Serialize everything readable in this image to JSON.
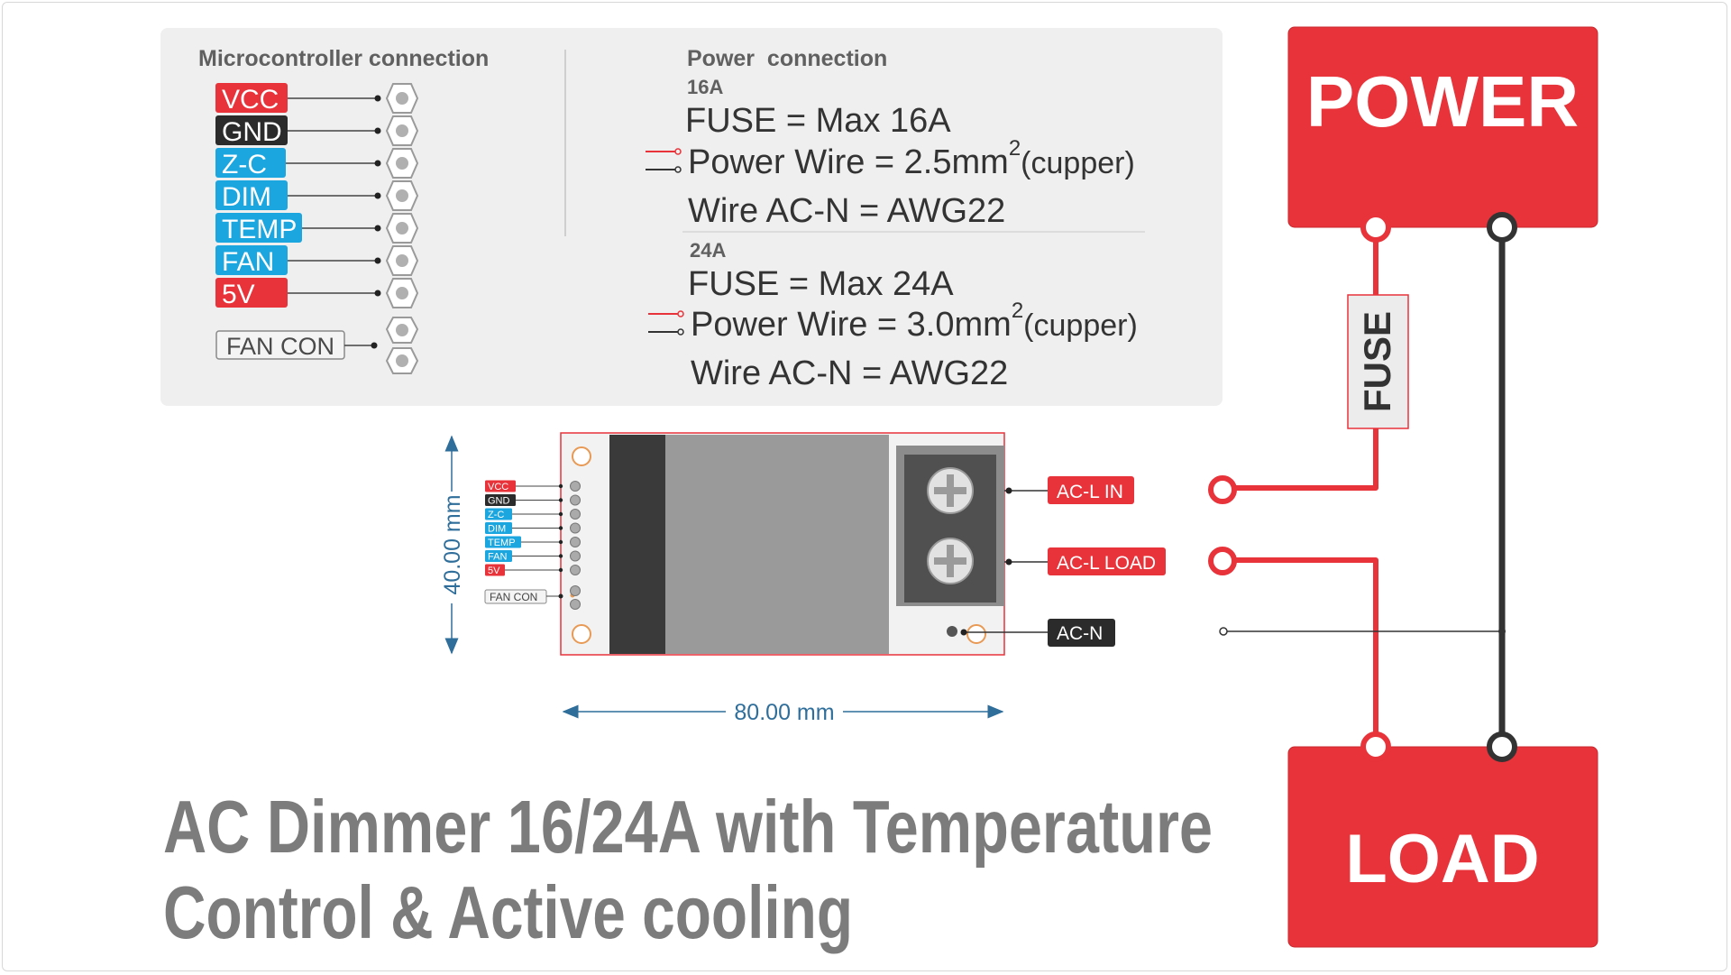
{
  "colors": {
    "red": "#e8333a",
    "dark": "#2b2b2b",
    "blue": "#1ba6e0",
    "panel": "#efefef",
    "gray_text": "#7c7c7c",
    "label_text": "#4a4a4a",
    "dimension": "#2f6e9a",
    "fuse_box": "#ececec"
  },
  "micro": {
    "title": "Microcontroller connection",
    "pins": [
      "VCC",
      "GND",
      "Z-C",
      "DIM",
      "TEMP",
      "FAN",
      "5V"
    ],
    "pin_colors": [
      "red",
      "dark",
      "blue",
      "blue",
      "blue",
      "blue",
      "red"
    ],
    "fan_con": "FAN CON"
  },
  "power_connection": {
    "title": "Power  connection",
    "sections": [
      {
        "rating": "16A",
        "fuse": "FUSE = Max 16A",
        "wire": "Power Wire = 2.5mm",
        "sup": "2",
        "material": "(cupper)",
        "acn": "Wire AC-N = AWG22"
      },
      {
        "rating": "24A",
        "fuse": "FUSE = Max 24A",
        "wire": "Power Wire = 3.0mm",
        "sup": "2",
        "material": "(cupper)",
        "acn": "Wire AC-N = AWG22"
      }
    ]
  },
  "board": {
    "pins": [
      "VCC",
      "GND",
      "Z-C",
      "DIM",
      "TEMP",
      "FAN",
      "5V"
    ],
    "fan_con": "FAN CON",
    "height_label": "40.00 mm",
    "width_label": "80.00 mm",
    "terminals": {
      "ac_l_in": "AC-L IN",
      "ac_l_load": "AC-L LOAD",
      "ac_n": "AC-N"
    }
  },
  "power_block": "POWER",
  "load_block": "LOAD",
  "fuse_label": "FUSE",
  "title": {
    "line1": "AC Dimmer 16/24A with Temperature",
    "line2": "Control & Active cooling"
  }
}
